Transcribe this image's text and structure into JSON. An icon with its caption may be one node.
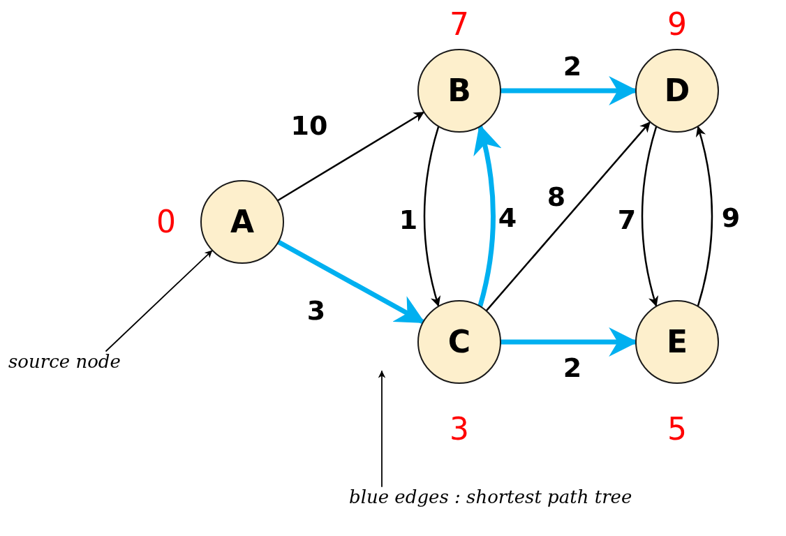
{
  "diagram": {
    "nodes": [
      {
        "text": [
          "A"
        ],
        "beside": [
          "0"
        ]
      },
      {
        "text": [
          "B"
        ],
        "beside": [
          "7"
        ]
      },
      {
        "text": [
          "C"
        ],
        "beside": [
          "3"
        ]
      },
      {
        "text": [
          "D"
        ],
        "beside": [
          "9"
        ]
      },
      {
        "text": [
          "E"
        ],
        "beside": [
          "5"
        ]
      },
      {
        "text": [
          "source node"
        ]
      },
      {
        "text": [
          "blue edges : shortest path tree"
        ]
      }
    ],
    "edges": [
      {
        "from": 0,
        "to": 1,
        "arrow": "to",
        "label": "10"
      },
      {
        "from": 0,
        "to": 2,
        "arrow": "to",
        "label": "3",
        "style": "thick",
        "color": "#00b0f0"
      },
      {
        "from": 1,
        "to": 3,
        "arrow": "to",
        "label": "2",
        "style": "thick",
        "color": "#00b0f0"
      },
      {
        "from": 1,
        "to": 2,
        "arrow": "to",
        "label": "1"
      },
      {
        "from": 2,
        "to": 1,
        "arrow": "to",
        "label": "4",
        "style": "thick",
        "color": "#00b0f0"
      },
      {
        "from": 2,
        "to": 3,
        "arrow": "to",
        "label": "8"
      },
      {
        "from": 2,
        "to": 4,
        "arrow": "to",
        "label": "2",
        "style": "thick",
        "color": "#00b0f0"
      },
      {
        "from": 3,
        "to": 4,
        "arrow": "to",
        "label": "7"
      },
      {
        "from": 4,
        "to": 3,
        "arrow": "to",
        "label": "9"
      },
      {
        "from": 5,
        "to": 0,
        "arrow": "to"
      },
      {
        "from": 6,
        "to": null,
        "arrow": "to"
      }
    ]
  }
}
